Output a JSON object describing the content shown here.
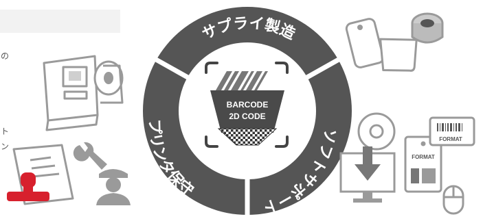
{
  "diagram": {
    "segments": [
      {
        "label": "サプライ製造"
      },
      {
        "label": "ソフトサポート"
      },
      {
        "label": "プリンタ保守"
      }
    ],
    "center": {
      "line1": "BARCODE",
      "line2": "2D CODE"
    },
    "software": {
      "format_label_front": "FORMAT",
      "format_label_back": "FORMAT"
    }
  },
  "colors": {
    "ring": "#555555",
    "icon_gray": "#9a9a9a",
    "stamp_red": "#d7202d"
  },
  "icons": [
    "printer-icon",
    "supply-labels-icon",
    "ribbon-roll-icon",
    "document-stamp-icon",
    "wrench-icon",
    "technician-icon",
    "cd-download-icon",
    "format-card-icon",
    "barcode-tag-icon",
    "mouse-icon"
  ]
}
